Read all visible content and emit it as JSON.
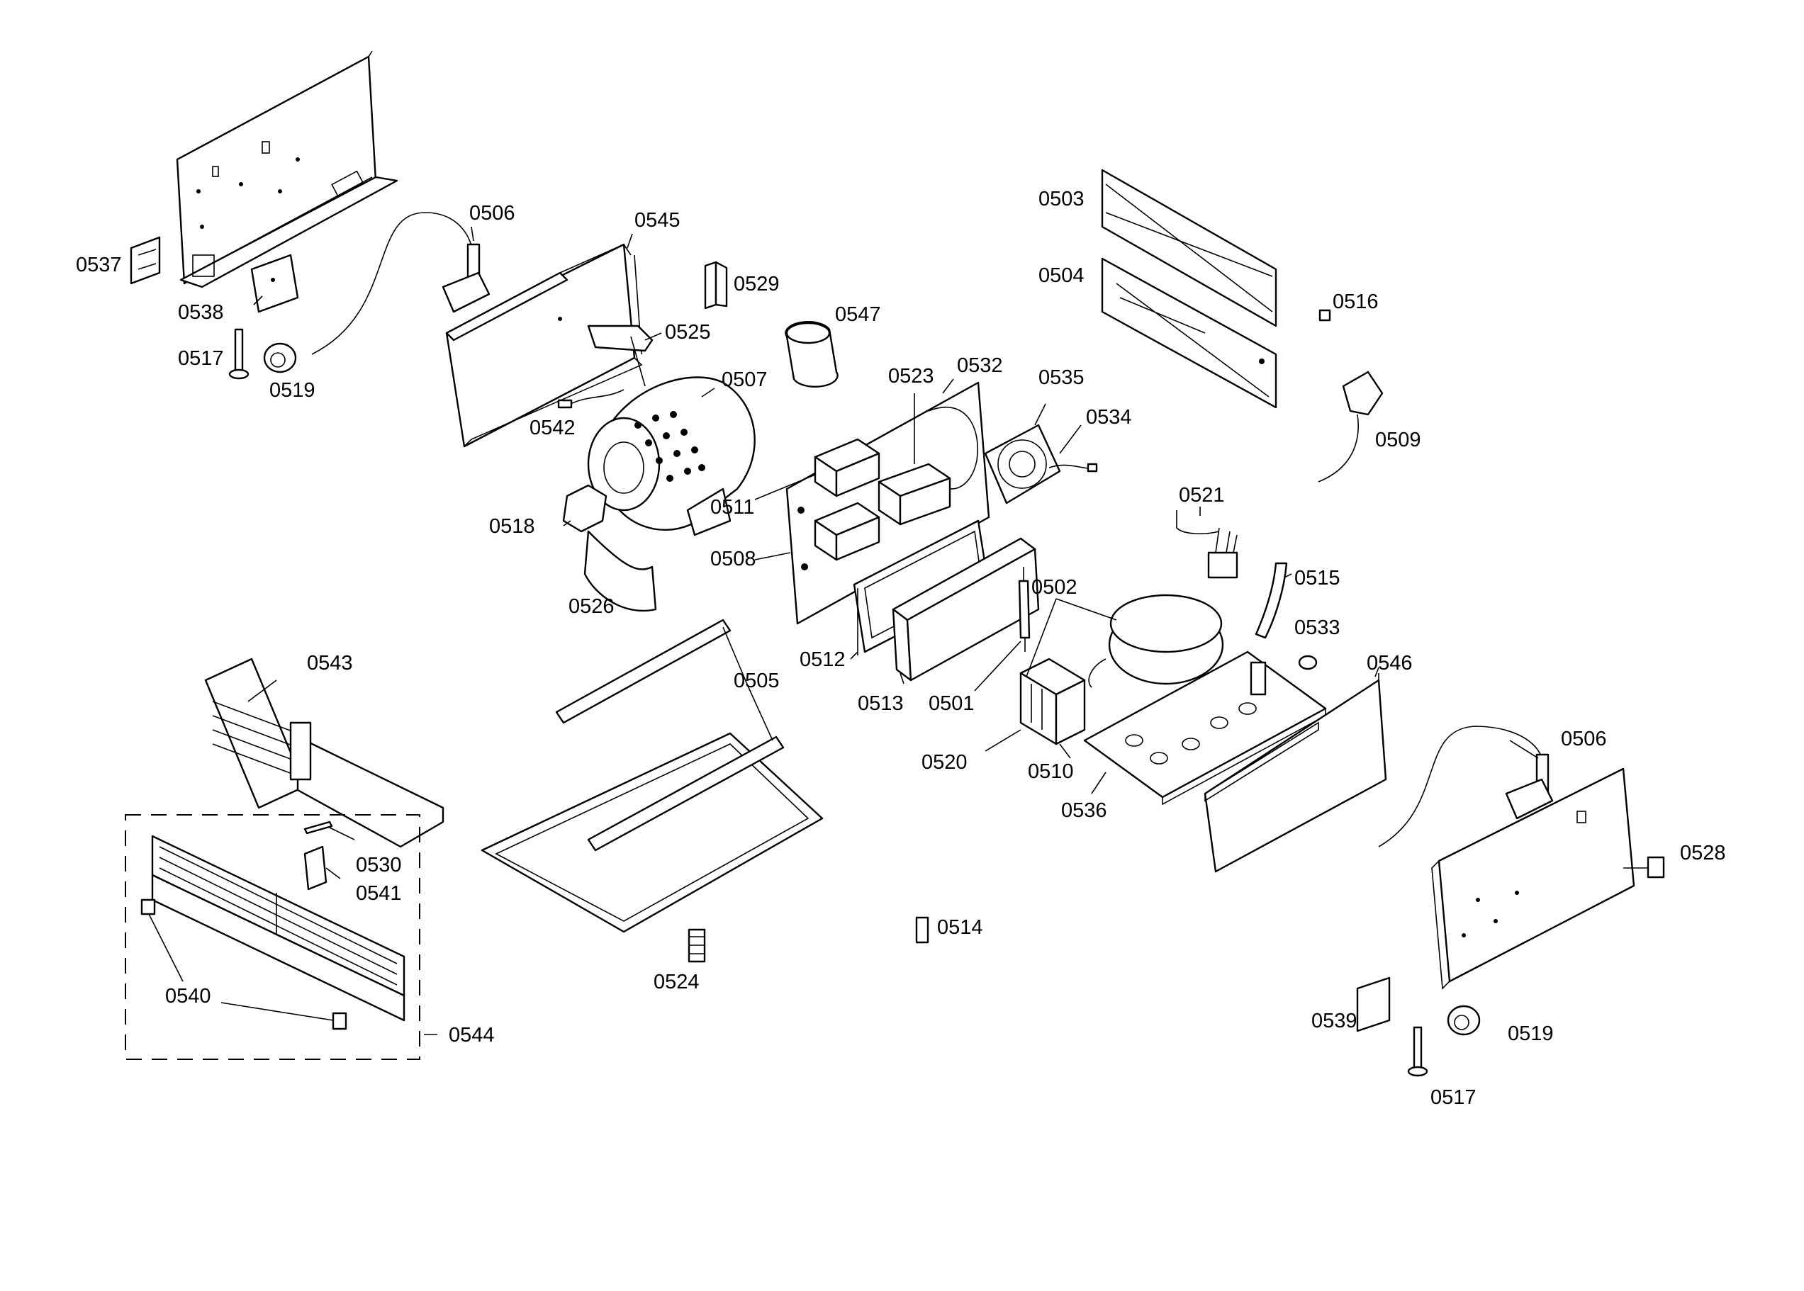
{
  "labels": {
    "p0537": "0537",
    "p0538": "0538",
    "p0517a": "0517",
    "p0519a": "0519",
    "p0506a": "0506",
    "p0545": "0545",
    "p0529": "0529",
    "p0525": "0525",
    "p0547": "0547",
    "p0507": "0507",
    "p0542": "0542",
    "p0518": "0518",
    "p0526": "0526",
    "p0523": "0523",
    "p0532": "0532",
    "p0535": "0535",
    "p0534": "0534",
    "p0511": "0511",
    "p0508": "0508",
    "p0512": "0512",
    "p0513": "0513",
    "p0501": "0501",
    "p0502": "0502",
    "p0503": "0503",
    "p0504": "0504",
    "p0516": "0516",
    "p0509": "0509",
    "p0521": "0521",
    "p0515": "0515",
    "p0533": "0533",
    "p0546": "0546",
    "p0520": "0520",
    "p0510": "0510",
    "p0536": "0536",
    "p0505": "0505",
    "p0543": "0543",
    "p0530": "0530",
    "p0541": "0541",
    "p0540": "0540",
    "p0544": "0544",
    "p0524": "0524",
    "p0514": "0514",
    "p0506b": "0506",
    "p0528": "0528",
    "p0539": "0539",
    "p0519b": "0519",
    "p0517b": "0517"
  }
}
